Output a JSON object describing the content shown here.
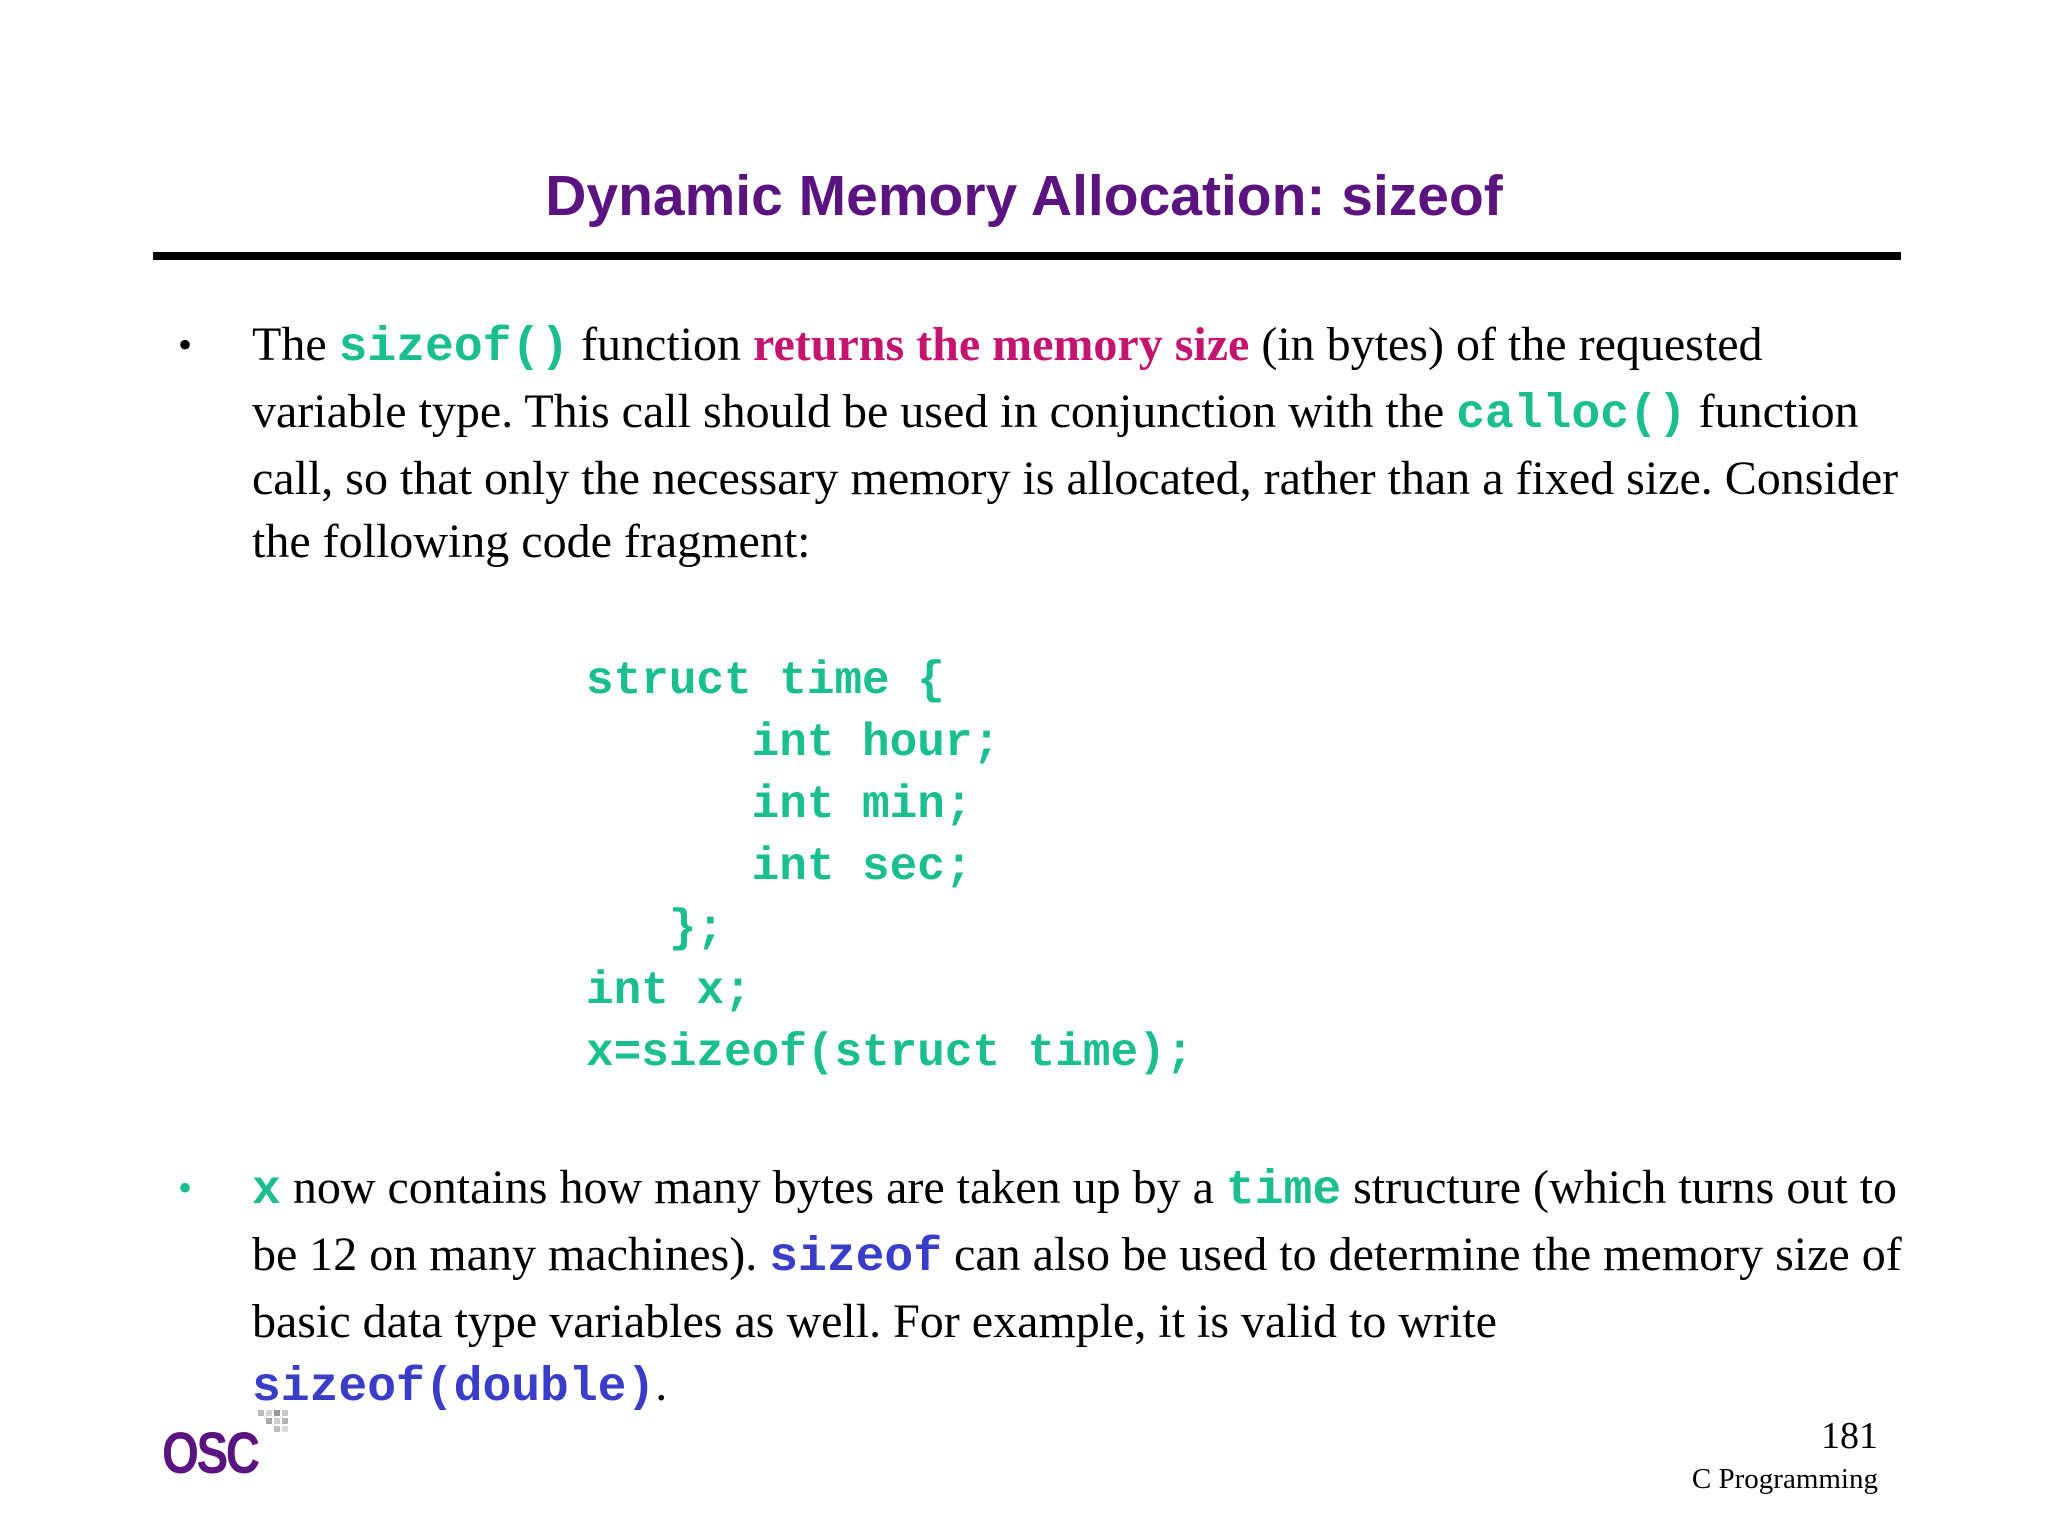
{
  "slide": {
    "title": "Dynamic Memory Allocation: sizeof"
  },
  "bullet1": {
    "marker": "•",
    "t1": "The ",
    "code1": "sizeof()",
    "t2": " function ",
    "emphasis": "returns the memory size",
    "t3": " (in bytes) of the requested variable type. This call should be used in conjunction with the ",
    "code2": "calloc()",
    "t4": " function call, so that only the necessary memory is allocated, rather than a fixed size. Consider the following code fragment:"
  },
  "code_block": {
    "lines": [
      "struct time {",
      "      int hour;",
      "      int min;",
      "      int sec;",
      "   };",
      "int x;",
      "x=sizeof(struct time);"
    ]
  },
  "bullet2": {
    "marker": "•",
    "code1": "x",
    "t1": " now contains how many bytes are taken up by a ",
    "code2": "time",
    "t2": " structure (which turns out to be 12 on many machines). ",
    "code3": "sizeof",
    "t3": " can also be used to determine the memory size of basic data type variables as well. For example, it is valid to write ",
    "code4": "sizeof(double)",
    "t4": "."
  },
  "footer": {
    "logo_text": "OSC",
    "page_number": "181",
    "label": "C Programming"
  },
  "colors": {
    "title": "#5b1380",
    "code_teal": "#1bbf8f",
    "code_blue": "#3a3dc7",
    "emphasis": "#c4146f"
  },
  "icons": {
    "logo": "osc-logo-icon"
  }
}
